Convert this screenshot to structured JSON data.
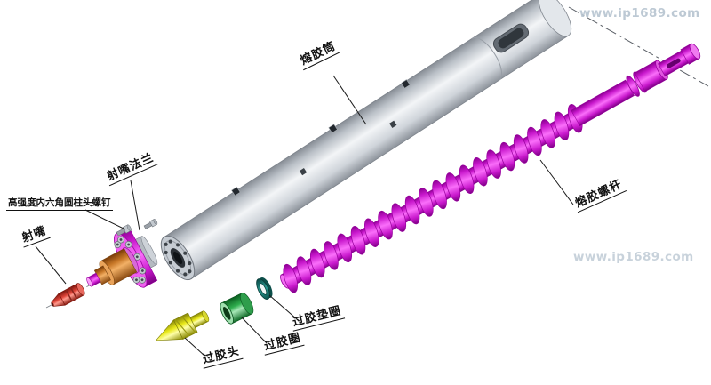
{
  "watermarks": {
    "top_right": "www.ip1689.com",
    "middle": "www.ip1689.com"
  },
  "labels": {
    "barrel": "熔胶筒",
    "screw": "熔胶螺杆",
    "nozzle_flange": "射嘴法兰",
    "hex_screws": "高强度内六角圆柱头螺钉",
    "nozzle": "射嘴",
    "melt_head": "过胶头",
    "melt_ring": "过胶圈",
    "melt_washer": "过胶垫圈"
  },
  "colors": {
    "screw_magenta": "#e23ae2",
    "barrel_gray": "#dfe3e8",
    "flange": "#ef5fef",
    "flange_body_orange": "#d98a3c",
    "nozzle_red": "#d94034",
    "melt_head_yellow": "#e8e024",
    "melt_ring_green": "#2fae4e",
    "melt_ring_face": "#9fdfae",
    "washer_teal": "#16706a",
    "watermark": "#b6c4d0",
    "label_text": "#111111",
    "background": "#ffffff"
  }
}
